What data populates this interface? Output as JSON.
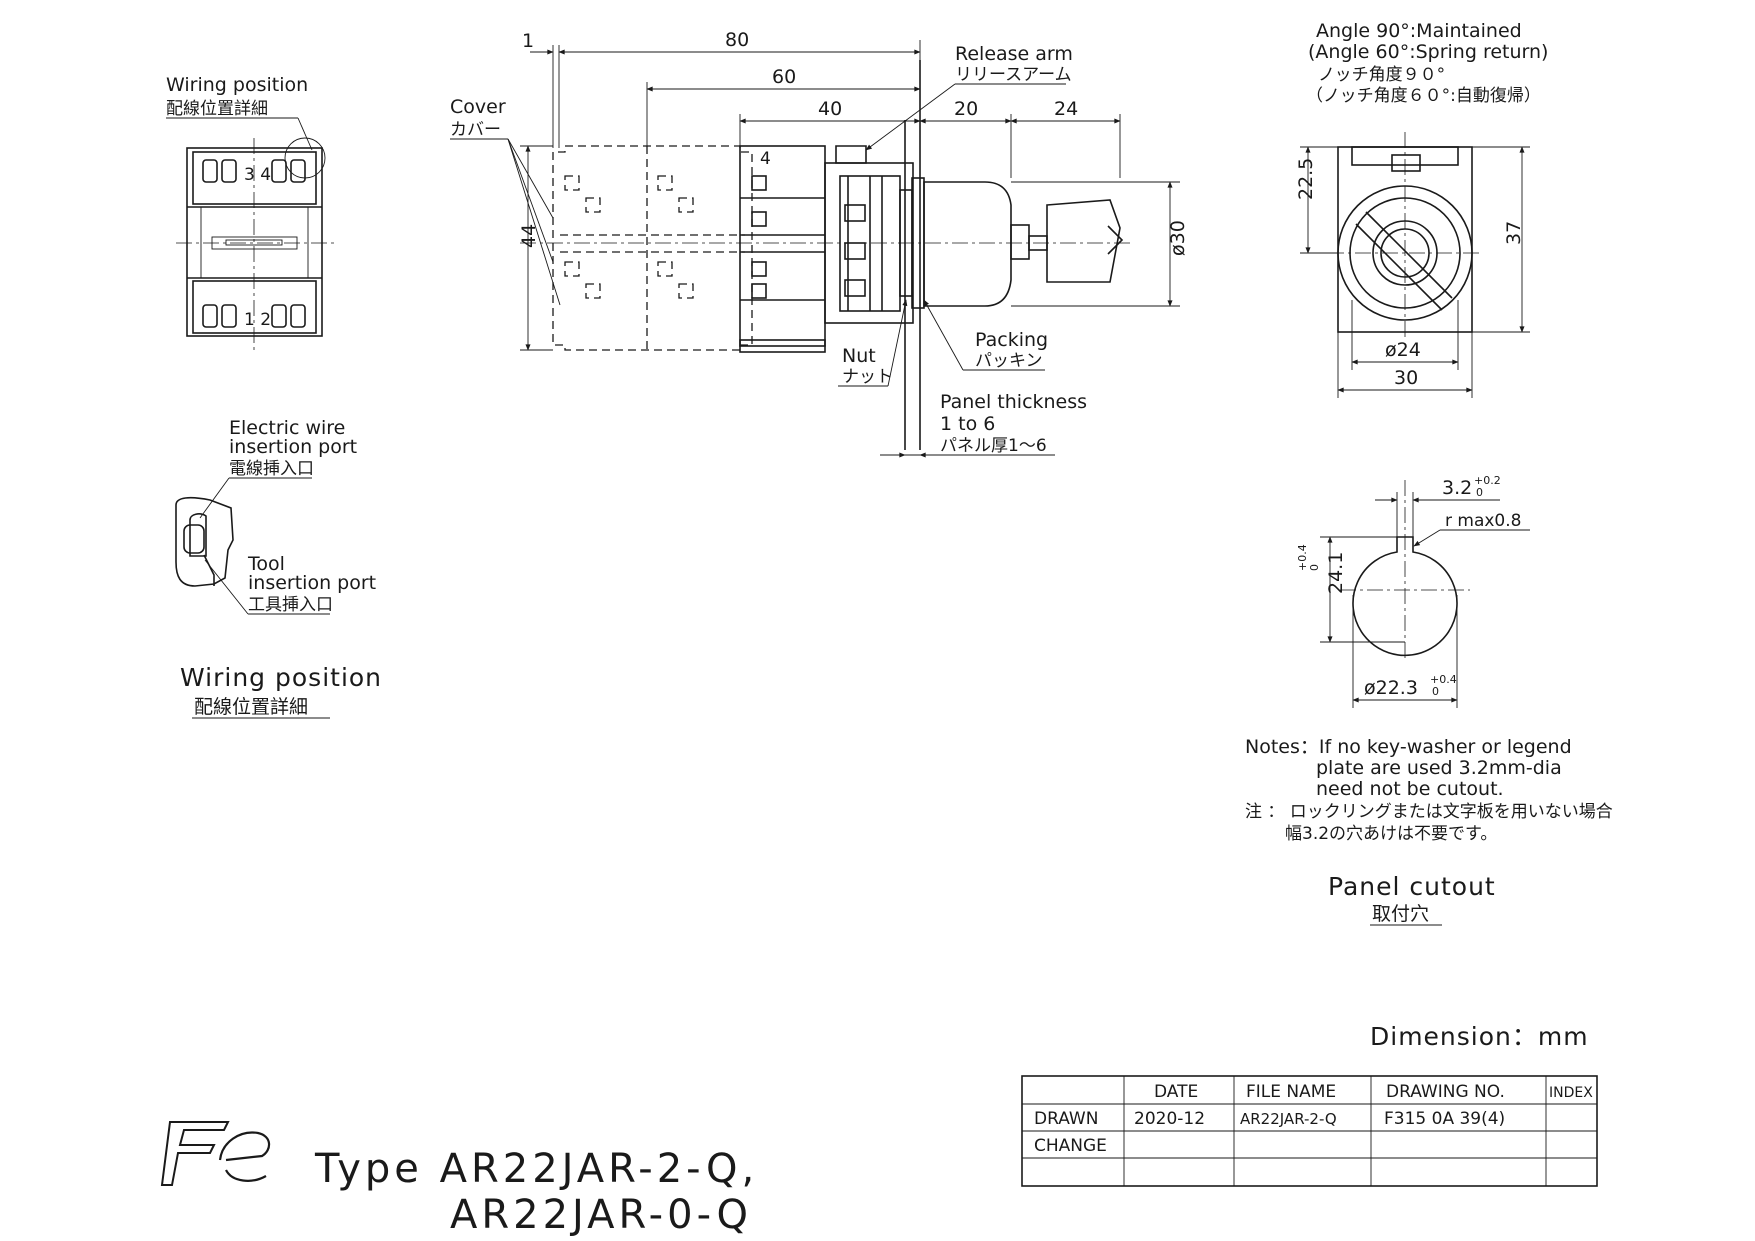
{
  "wiring_detail": {
    "label_en": "Wiring position",
    "label_jp": "配線位置詳細",
    "terminals_top": "3 4",
    "terminals_bottom": "1 2"
  },
  "port_detail": {
    "wire_port_en_1": "Electric wire",
    "wire_port_en_2": "insertion port",
    "wire_port_jp": "電線挿入口",
    "tool_port_en_1": "Tool",
    "tool_port_en_2": "insertion port",
    "tool_port_jp": "工具挿入口",
    "caption_en": "Wiring position",
    "caption_jp": "配線位置詳細"
  },
  "side_view": {
    "dim_1": "1",
    "dim_80": "80",
    "dim_60": "60",
    "dim_40": "40",
    "dim_20": "20",
    "dim_24": "24",
    "dim_44": "44",
    "dim_d30": "ø30",
    "cover_en": "Cover",
    "cover_jp": "カバー",
    "release_en": "Release arm",
    "release_jp": "リリースアーム",
    "packing_en": "Packing",
    "packing_jp": "パッキン",
    "nut_en": "Nut",
    "nut_jp": "ナット",
    "panel_en_1": "Panel thickness",
    "panel_en_2": "1 to 6",
    "panel_jp": "パネル厚1～6",
    "block_number": "4"
  },
  "front_view": {
    "angle_en_1": "Angle 90°:Maintained",
    "angle_en_2": "(Angle 60°:Spring return)",
    "angle_jp_1": "ノッチ角度９０°",
    "angle_jp_2": "（ノッチ角度６０°:自動復帰）",
    "dim_22_5": "22.5",
    "dim_37": "37",
    "dim_d24": "ø24",
    "dim_30": "30"
  },
  "cutout": {
    "dim_width": "3.2",
    "dim_width_tol": "+0.2",
    "dim_width_tol_low": "0",
    "dim_r": "r max0.8",
    "dim_h": "24.1",
    "dim_h_tol": "+0.4",
    "dim_h_tol_low": "0",
    "dim_d": "ø22.3",
    "dim_d_tol": "+0.4",
    "dim_d_tol_low": "0",
    "notes_en_1": "Notes：If no key-washer or legend",
    "notes_en_2": "plate are used 3.2mm-dia",
    "notes_en_3": "need not be cutout.",
    "notes_jp_1": "注 ： ロックリングまたは文字板を用いない場合",
    "notes_jp_2": "幅3.2の穴あけは不要です。",
    "caption_en": "Panel cutout",
    "caption_jp": "取付穴"
  },
  "dimension_unit": "Dimension：mm",
  "title_block": {
    "headers": [
      "DATE",
      "FILE NAME",
      "DRAWING NO.",
      "INDEX"
    ],
    "rows": [
      {
        "label": "DRAWN",
        "date": "2020-12",
        "file": "AR22JAR-2-Q",
        "drawing": "F315 0A 39(4)",
        "index": ""
      },
      {
        "label": "CHANGE",
        "date": "",
        "file": "",
        "drawing": "",
        "index": ""
      },
      {
        "label": "",
        "date": "",
        "file": "",
        "drawing": "",
        "index": ""
      }
    ]
  },
  "type_line_1": "Type AR22JAR-2-Q,",
  "type_line_2": "AR22JAR-0-Q",
  "logo_text": "Fe"
}
